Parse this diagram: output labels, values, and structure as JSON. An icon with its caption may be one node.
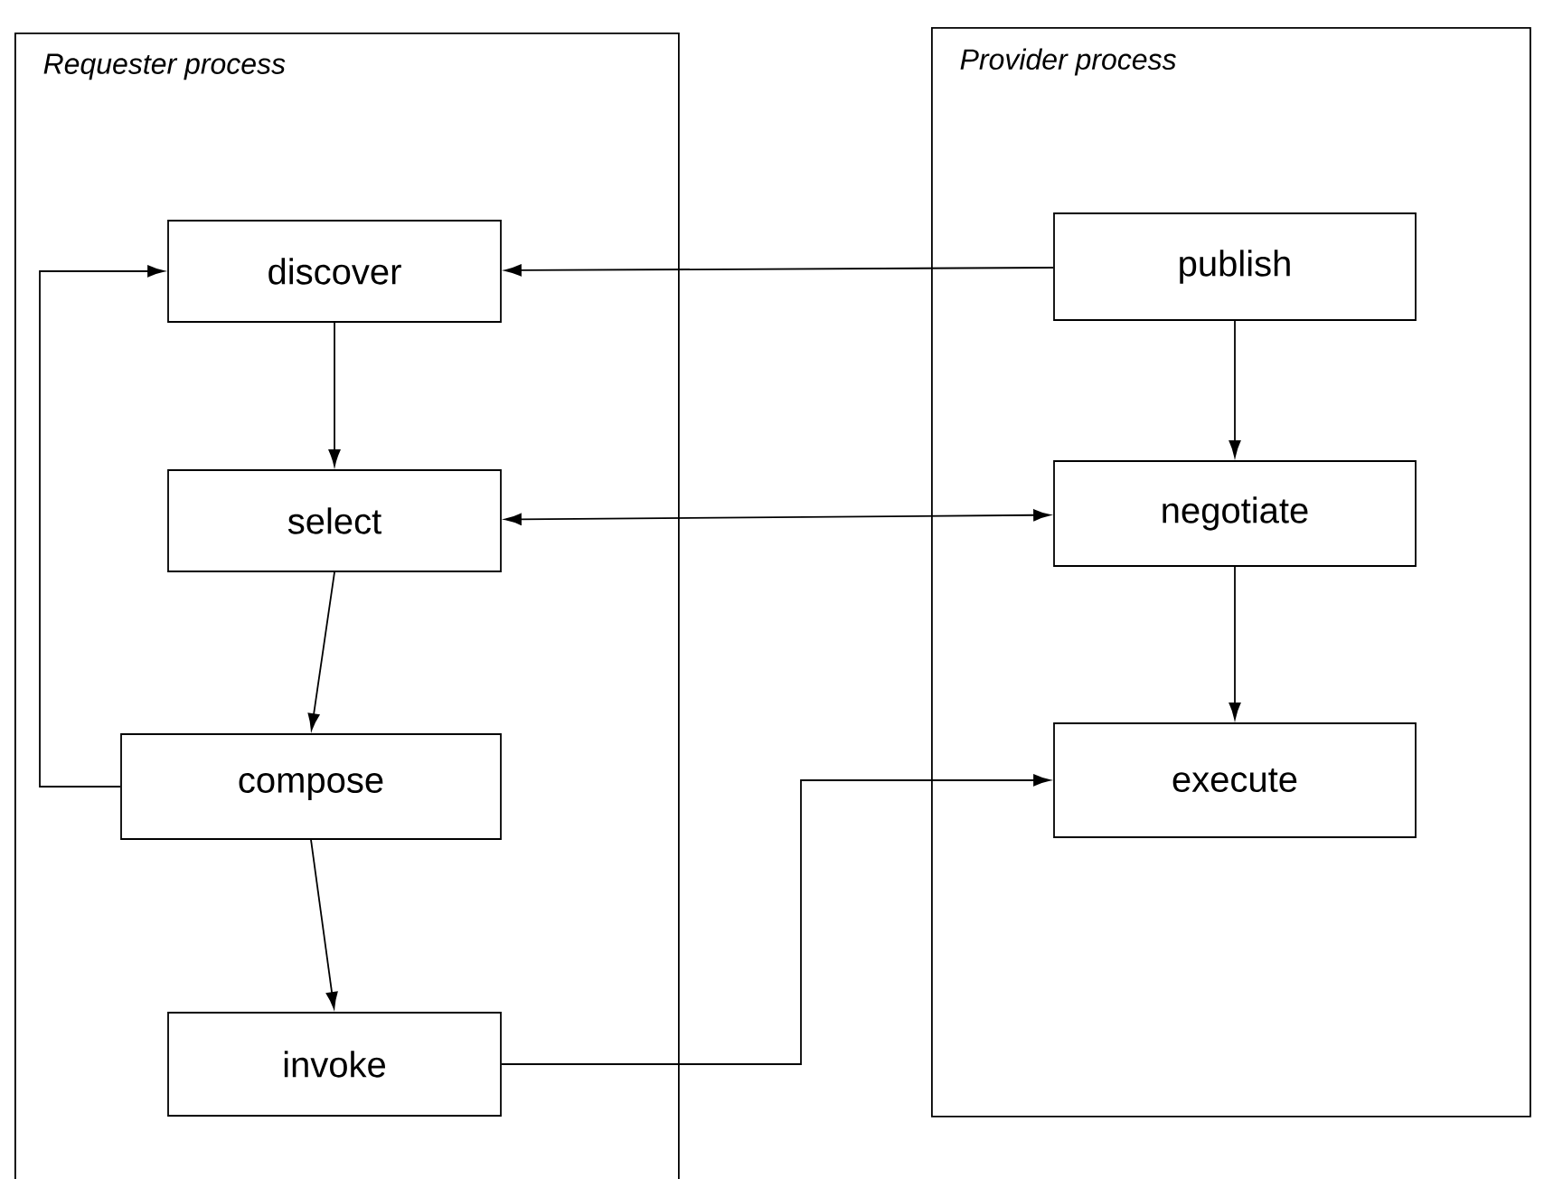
{
  "diagram": {
    "nodes": [
      {
        "text": [
          "Requester process"
        ]
      },
      {
        "text": [
          "discover"
        ],
        "in": 0
      },
      {
        "text": [
          "select"
        ],
        "in": 0
      },
      {
        "text": [
          "compose"
        ],
        "in": 0
      },
      {
        "text": [
          "invoke"
        ],
        "in": 0
      },
      {
        "text": [
          "Provider process"
        ]
      },
      {
        "text": [
          "publish"
        ],
        "in": 5
      },
      {
        "text": [
          "negotiate"
        ],
        "in": 5
      },
      {
        "text": [
          "execute"
        ],
        "in": 5
      }
    ],
    "edges": [
      {
        "from": 6,
        "to": 1,
        "arrow": "to"
      },
      {
        "from": 6,
        "to": 7,
        "arrow": "to"
      },
      {
        "from": 1,
        "to": 2,
        "arrow": "to"
      },
      {
        "from": 2,
        "to": 7,
        "arrow": "both"
      },
      {
        "from": 2,
        "to": 3,
        "arrow": "to"
      },
      {
        "from": 3,
        "to": 1,
        "arrow": "to"
      },
      {
        "from": 3,
        "to": 4,
        "arrow": "to"
      },
      {
        "from": 7,
        "to": 8,
        "arrow": "to"
      },
      {
        "from": 4,
        "to": 8,
        "arrow": "to"
      }
    ]
  }
}
